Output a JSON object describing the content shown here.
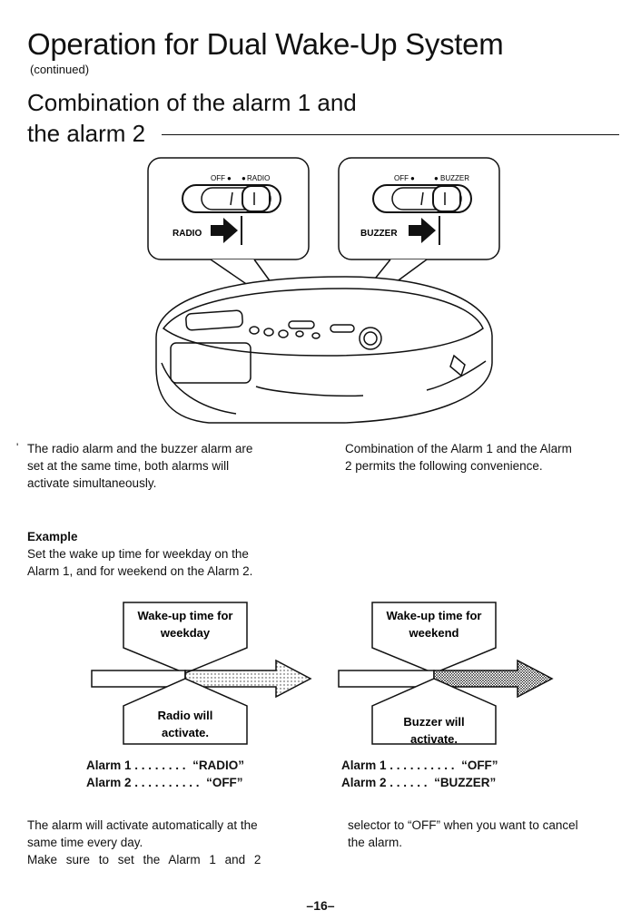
{
  "header": {
    "title": "Operation for Dual Wake-Up System",
    "continued": "(continued)",
    "subtitle_line1": "Combination of the alarm 1 and",
    "subtitle_line2": "the alarm 2"
  },
  "illustration": {
    "left_panel": {
      "off_label": "OFF",
      "on_label": "RADIO",
      "arrow_label": "RADIO"
    },
    "right_panel": {
      "off_label": "OFF",
      "on_label": "BUZZER",
      "arrow_label": "BUZZER"
    }
  },
  "body": {
    "left_para": [
      "The radio alarm and the buzzer alarm are",
      "set at the same time, both alarms will",
      "activate simultaneously."
    ],
    "right_para": [
      "Combination of the Alarm 1 and the Alarm",
      "2 permits the following convenience."
    ],
    "example_heading": "Example",
    "example_text": [
      "Set the wake up time for weekday on the",
      "Alarm 1, and for weekend on the Alarm 2."
    ]
  },
  "diagram_left": {
    "top_box": [
      "Wake-up time for",
      "weekday"
    ],
    "bottom_box": [
      "Radio will",
      "activate."
    ],
    "alarm1_label": "Alarm 1 . . . . . . . .",
    "alarm1_value": "“RADIO”",
    "alarm2_label": "Alarm 2 . . . . . . . . . .",
    "alarm2_value": "“OFF”"
  },
  "diagram_right": {
    "top_box": [
      "Wake-up time for",
      "weekend"
    ],
    "bottom_box": [
      "Buzzer will",
      "activate."
    ],
    "alarm1_label": "Alarm 1 . . . . . . . . . .",
    "alarm1_value": "“OFF”",
    "alarm2_label": "Alarm 2 . . . . . .",
    "alarm2_value": "“BUZZER”"
  },
  "footer": {
    "left_para": [
      "The alarm will activate automatically at the",
      "same time every day.",
      "Make sure to set the Alarm 1 and 2"
    ],
    "right_para": [
      "selector to “OFF” when you want to cancel",
      "the alarm."
    ],
    "page_number": "–16–"
  }
}
